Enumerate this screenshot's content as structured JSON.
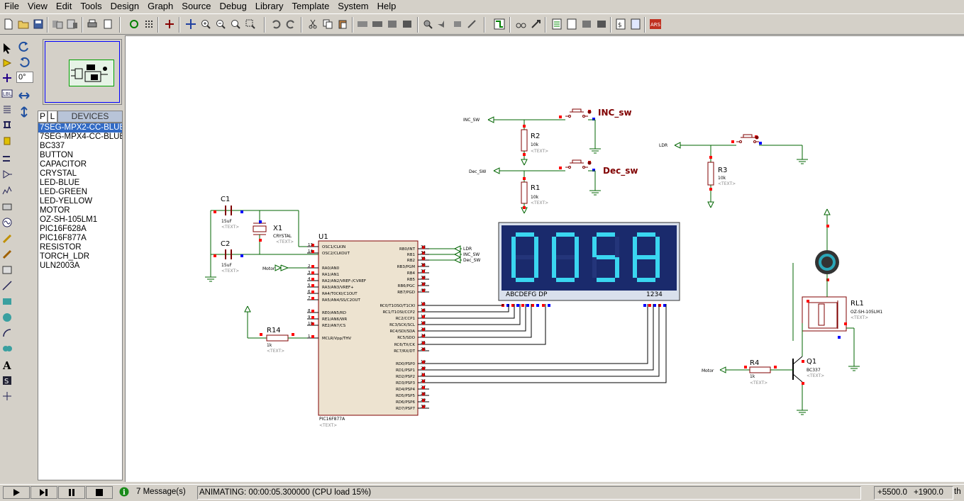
{
  "menu": [
    "File",
    "View",
    "Edit",
    "Tools",
    "Design",
    "Graph",
    "Source",
    "Debug",
    "Library",
    "Template",
    "System",
    "Help"
  ],
  "rotation_value": "0°",
  "devices": {
    "tab_p": "P",
    "tab_l": "L",
    "header": "DEVICES",
    "items": [
      "7SEG-MPX2-CC-BLUE",
      "7SEG-MPX4-CC-BLUE",
      "BC337",
      "BUTTON",
      "CAPACITOR",
      "CRYSTAL",
      "LED-BLUE",
      "LED-GREEN",
      "LED-YELLOW",
      "MOTOR",
      "OZ-SH-105LM1",
      "PIC16F628A",
      "PIC16F877A",
      "RESISTOR",
      "TORCH_LDR",
      "ULN2003A"
    ],
    "selected_index": 0
  },
  "schematic": {
    "inc_switch_label": "INC_sw",
    "dec_switch_label": "Dec_sw",
    "inc_net": "INC_SW",
    "dec_net": "Dec_SW",
    "ldr_net": "LDR",
    "motor_net": "Motor",
    "text_placeholder": "<TEXT>",
    "r2": {
      "ref": "R2",
      "value": "10k"
    },
    "r1": {
      "ref": "R1",
      "value": "10k"
    },
    "r3": {
      "ref": "R3",
      "value": "10k"
    },
    "r4": {
      "ref": "R4",
      "value": "1k"
    },
    "r14": {
      "ref": "R14",
      "value": "1k"
    },
    "c1": {
      "ref": "C1",
      "value": "15uF"
    },
    "c2": {
      "ref": "C2",
      "value": "15uF"
    },
    "x1": {
      "ref": "X1",
      "value": "CRYSTAL"
    },
    "u1": {
      "ref": "U1",
      "value": "PIC16F877A"
    },
    "q1": {
      "ref": "Q1",
      "value": "BC337"
    },
    "rl1": {
      "ref": "RL1",
      "value": "OZ-SH-105LM1"
    },
    "display": {
      "digits": "0058",
      "seg_label": "ABCDEFG  DP",
      "digit_label": "1234",
      "bg": "#1a2a6c",
      "digit_color": "#3ad6f0"
    },
    "u1_left_pins": [
      {
        "n": "13",
        "name": "OSC1/CLKIN"
      },
      {
        "n": "14",
        "name": "OSC2/CLKOUT"
      },
      {
        "n": "2",
        "name": "RA0/AN0"
      },
      {
        "n": "3",
        "name": "RA1/AN1"
      },
      {
        "n": "4",
        "name": "RA2/AN2/VREF-/CVREF"
      },
      {
        "n": "5",
        "name": "RA3/AN3/VREF+"
      },
      {
        "n": "6",
        "name": "RA4/T0CKI/C1OUT"
      },
      {
        "n": "7",
        "name": "RA5/AN4/SS/C2OUT"
      },
      {
        "n": "8",
        "name": "RE0/AN5/RD"
      },
      {
        "n": "9",
        "name": "RE1/AN6/WR"
      },
      {
        "n": "10",
        "name": "RE2/AN7/CS"
      },
      {
        "n": "1",
        "name": "MCLR/Vpp/THV"
      }
    ],
    "u1_right_pins": [
      {
        "n": "33",
        "name": "RB0/INT"
      },
      {
        "n": "34",
        "name": "RB1"
      },
      {
        "n": "35",
        "name": "RB2"
      },
      {
        "n": "36",
        "name": "RB3/PGM"
      },
      {
        "n": "37",
        "name": "RB4"
      },
      {
        "n": "38",
        "name": "RB5"
      },
      {
        "n": "39",
        "name": "RB6/PGC"
      },
      {
        "n": "40",
        "name": "RB7/PGD"
      },
      {
        "n": "15",
        "name": "RC0/T1OSO/T1CKI"
      },
      {
        "n": "16",
        "name": "RC1/T1OSI/CCP2"
      },
      {
        "n": "17",
        "name": "RC2/CCP1"
      },
      {
        "n": "18",
        "name": "RC3/SCK/SCL"
      },
      {
        "n": "23",
        "name": "RC4/SDI/SDA"
      },
      {
        "n": "24",
        "name": "RC5/SDO"
      },
      {
        "n": "25",
        "name": "RC6/TX/CK"
      },
      {
        "n": "26",
        "name": "RC7/RX/DT"
      },
      {
        "n": "19",
        "name": "RD0/PSP0"
      },
      {
        "n": "20",
        "name": "RD1/PSP1"
      },
      {
        "n": "21",
        "name": "RD2/PSP2"
      },
      {
        "n": "22",
        "name": "RD3/PSP3"
      },
      {
        "n": "27",
        "name": "RD4/PSP4"
      },
      {
        "n": "28",
        "name": "RD5/PSP5"
      },
      {
        "n": "29",
        "name": "RD6/PSP6"
      },
      {
        "n": "30",
        "name": "RD7/PSP7"
      }
    ]
  },
  "status": {
    "messages": "7 Message(s)",
    "animating": "ANIMATING: 00:00:05.300000 (CPU load 15%)",
    "coord_x": "+5500.0",
    "coord_y": "+1900.0",
    "units": "th"
  },
  "colors": {
    "wire": "#006400",
    "comp": "#800000",
    "pin_red": "#ff0000",
    "pin_blue": "#0000ff",
    "text_dark": "#000000"
  }
}
